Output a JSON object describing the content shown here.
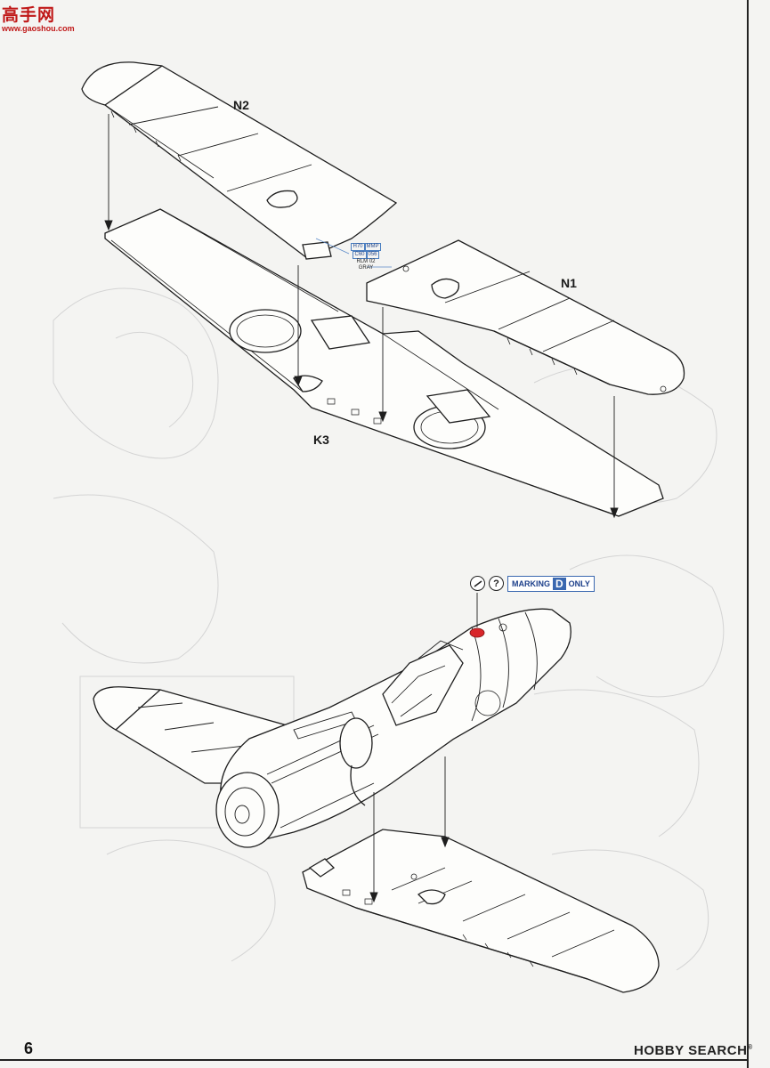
{
  "watermark": {
    "site_name_cn": "高手网",
    "site_url": "www.gaoshou.com"
  },
  "step_top": {
    "parts": {
      "n2": "N2",
      "n1": "N1",
      "k3": "K3"
    },
    "paint_callout": {
      "codes_row1": [
        "H70",
        "MMP"
      ],
      "codes_row2": [
        "C60",
        "056"
      ],
      "name_line1": "RLM 02",
      "name_line2": "GRAY"
    }
  },
  "step_bottom": {
    "remove_icon": "cut-remove-icon",
    "help_icon_symbol": "?",
    "marking_badge": {
      "prefix": "MARKING",
      "letter": "D",
      "suffix": "ONLY"
    },
    "accent_color": "#d8262a"
  },
  "footer": {
    "page_number": "6",
    "brand": "HOBBY SEARCH",
    "brand_mark": "®"
  },
  "colors": {
    "paint_code_blue": "#3a68b0",
    "marking_blue": "#1c3f8a",
    "watermark_red": "#c01818"
  }
}
